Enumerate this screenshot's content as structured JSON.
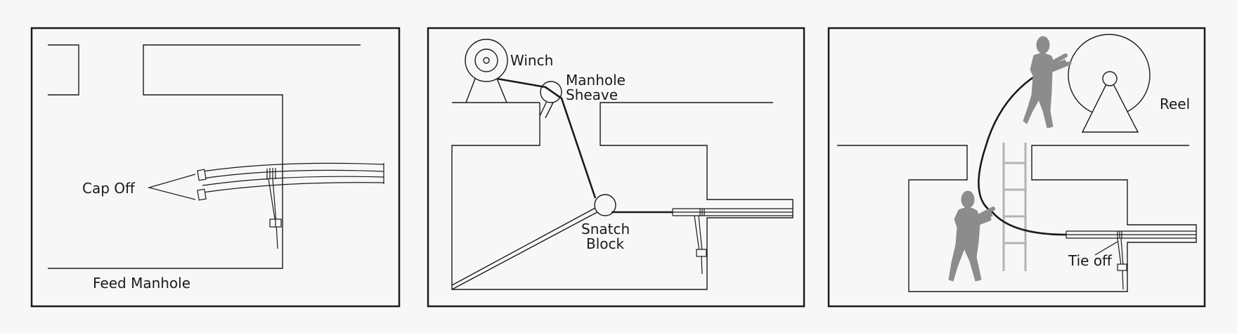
{
  "panels": [
    {
      "id": "feed",
      "labels": {
        "cap_off": "Cap Off",
        "feed_manhole": "Feed Manhole"
      }
    },
    {
      "id": "pulling",
      "labels": {
        "winch": "Winch",
        "sheave_1": "Manhole",
        "sheave_2": "Sheave",
        "snatch_1": "Snatch",
        "snatch_2": "Block"
      }
    },
    {
      "id": "reel",
      "labels": {
        "reel": "Reel",
        "tie_off": "Tie off"
      }
    }
  ],
  "colors": {
    "line": "#1a1a1a",
    "figure": "#8c8c8c",
    "ladder": "#b3b3b3",
    "background": "#f7f7f7",
    "panel": "#f7f7f7"
  }
}
